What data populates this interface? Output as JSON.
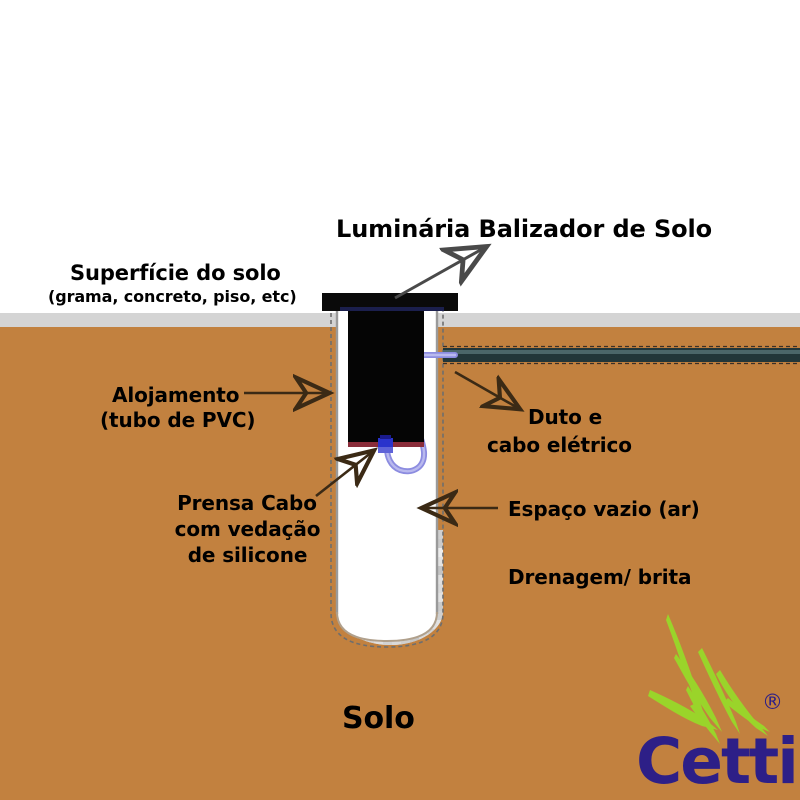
{
  "diagram": {
    "title": "Luminária Balizador de Solo",
    "bottom_label": "Solo",
    "labels": {
      "surface": "Superfície do solo",
      "surface_sub": "(grama, concreto, piso, etc)",
      "housing": "Alojamento",
      "housing_sub": "(tubo de PVC)",
      "gland_line1": "Prensa Cabo",
      "gland_line2": "com vedação",
      "gland_line3": "de silicone",
      "duct_line1": "Duto e",
      "duct_line2": "cabo elétrico",
      "air_gap": "Espaço vazio (ar)",
      "drainage": "Drenagem/ brita"
    }
  },
  "logo": {
    "wordmark": "Cetti",
    "registered": "®"
  },
  "colors": {
    "soil": "#c2813f",
    "surface_strip": "#d4d4d4",
    "sky": "#ffffff",
    "fixture_body": "#050505",
    "tube_wall": "#8f8f8f",
    "cable": "#8c8ce0",
    "gland": "#2a33cc",
    "gravel": "#dcdcdc",
    "conduit": "#1d3133",
    "logo_blue": "#2d1f87",
    "logo_green": "#9ad42a",
    "arrow_dark": "#3b2a15",
    "arrow_gray": "#555555",
    "text": "#000000"
  }
}
